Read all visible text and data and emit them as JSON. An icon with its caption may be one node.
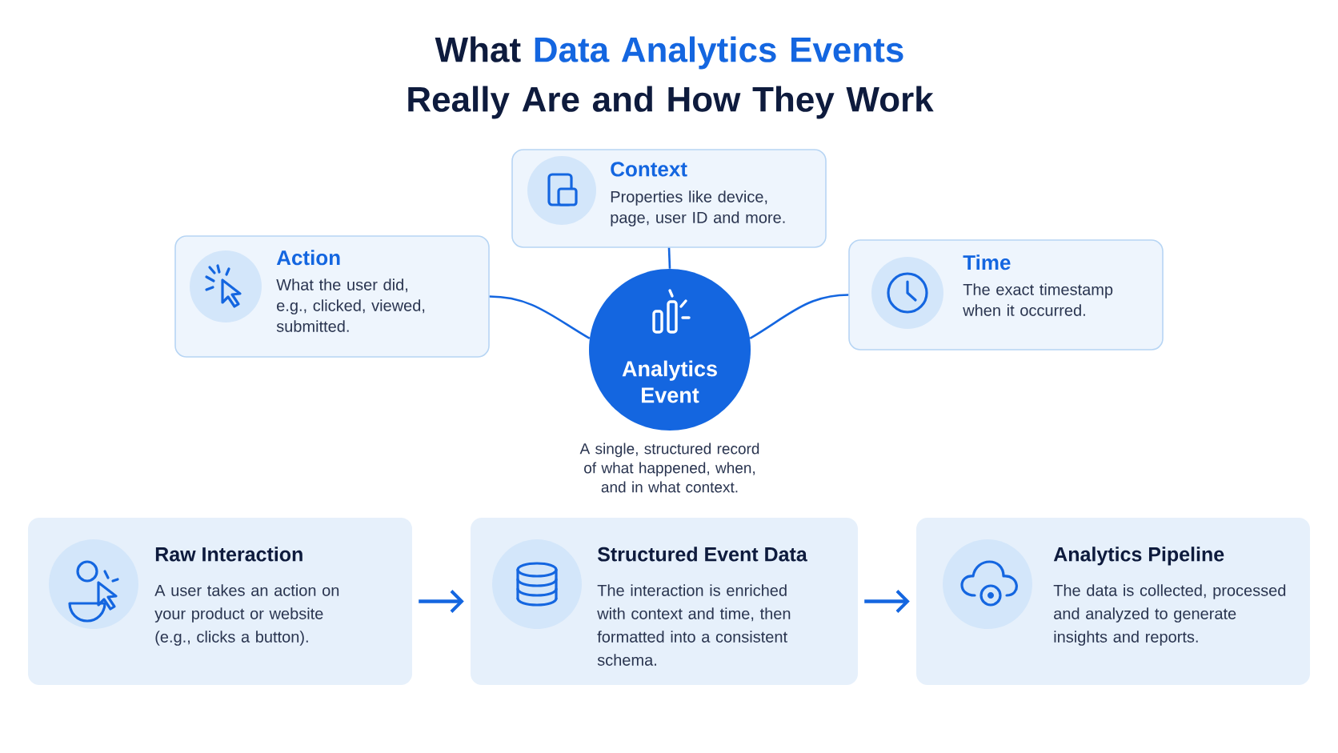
{
  "diagram": {
    "title": "What **Data Analytics Events** Really Are and How They Work",
    "nodes": [
      {
        "text": [
          "Context",
          "Properties like device, page, user ID and more."
        ]
      },
      {
        "text": [
          "Action",
          "What the user did, e.g., clicked, viewed, submitted."
        ]
      },
      {
        "text": [
          "Time",
          "The exact timestamp when it occurred."
        ]
      },
      {
        "text": [
          "Analytics Event"
        ],
        "beside": [
          "A single, structured record of what happened, when, and in what context."
        ]
      },
      {
        "text": [
          "Raw Interaction",
          "A user takes an action on your product or website (e.g., clicks a button)."
        ]
      },
      {
        "text": [
          "Structured Event Data",
          "The interaction is enriched with context and time, then formatted into a consistent schema."
        ]
      },
      {
        "text": [
          "Analytics Pipeline",
          "The data is collected, processed and analyzed to generate insights and reports."
        ]
      }
    ],
    "edges": [
      {
        "from": 0,
        "to": 3,
        "arrow": "none"
      },
      {
        "from": 1,
        "to": 3,
        "arrow": "none"
      },
      {
        "from": 2,
        "to": 3,
        "arrow": "none"
      },
      {
        "from": 4,
        "to": 5,
        "arrow": "to"
      },
      {
        "from": 5,
        "to": 6,
        "arrow": "to"
      }
    ]
  }
}
